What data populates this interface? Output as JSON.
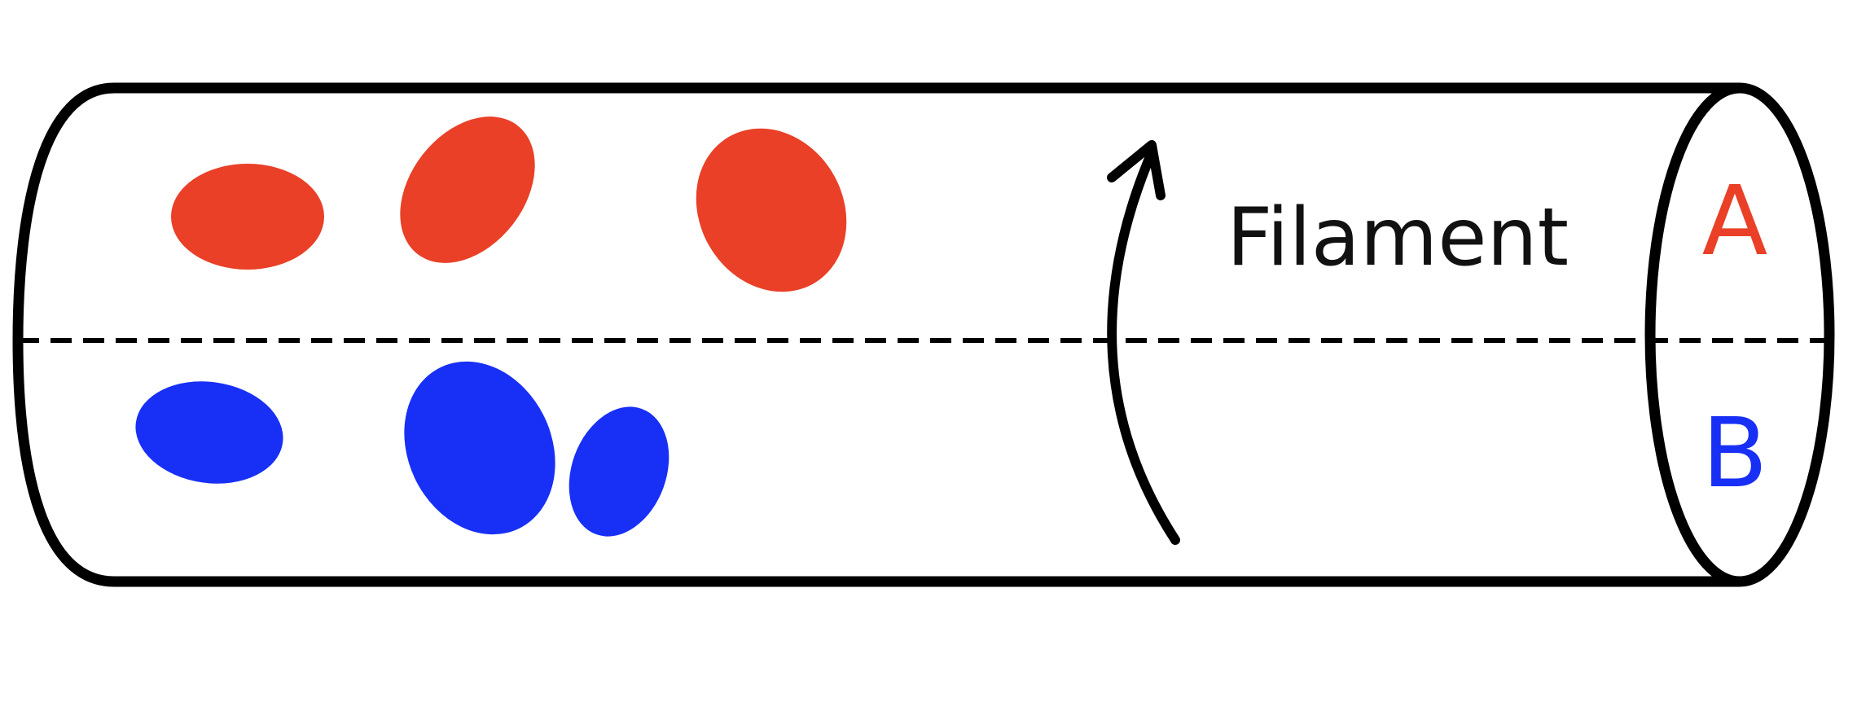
{
  "labels": {
    "filament": "Filament",
    "region_a": "A",
    "region_b": "B"
  },
  "colors": {
    "region_a": "#E94027",
    "region_b": "#1830F5",
    "outline": "#000000",
    "background": "#FFFFFF"
  },
  "regions": [
    {
      "name": "A",
      "color": "#E94027",
      "blob_count": 3
    },
    {
      "name": "B",
      "color": "#1830F5",
      "blob_count": 3
    }
  ]
}
